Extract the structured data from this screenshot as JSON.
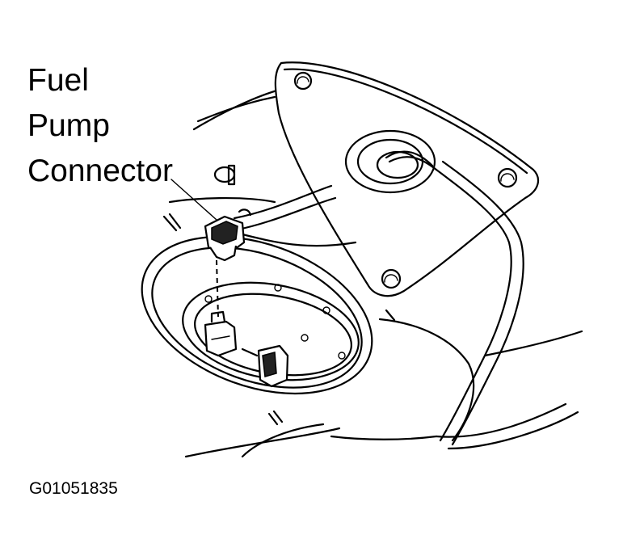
{
  "callout": {
    "lines": [
      "Fuel",
      "Pump",
      "Connector"
    ]
  },
  "figure_id": "G01051835"
}
